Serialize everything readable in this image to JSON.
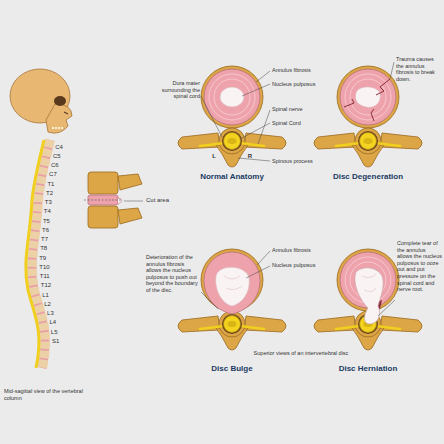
{
  "diagram": {
    "labels": [
      "C4",
      "C5",
      "C6",
      "C7",
      "T1",
      "T2",
      "T3",
      "T4",
      "T5",
      "T6",
      "T7",
      "T8",
      "T9",
      "T10",
      "T11",
      "T12",
      "L1",
      "L2",
      "L3",
      "L4",
      "L5",
      "S1",
      "Mid-sagittal view of the vertebral column",
      "Cut area",
      "Dura mater surrounding the spinal cord",
      "Annulus fibrosis",
      "Nucleus pulposus",
      "Spinal nerve",
      "Spinal Cord",
      "L",
      "R",
      "Spinous process",
      "Normal Anatomy",
      "Trauma causes the annulus fibrosis to break down.",
      "Disc Degeneration",
      "Deterioration of the annulus fibrosis allows the nucleus pulposus to push out beyond the boundary of the disc.",
      "Annulus fibrosis",
      "Nucleus pulposus",
      "Complete tear of the annulus allows the nucleus pulposus to ooze out and put pressure on the spinal cord and nerve root.",
      "Superior views of an intervertebral disc",
      "Disc Bulge",
      "Disc Herniation"
    ]
  }
}
